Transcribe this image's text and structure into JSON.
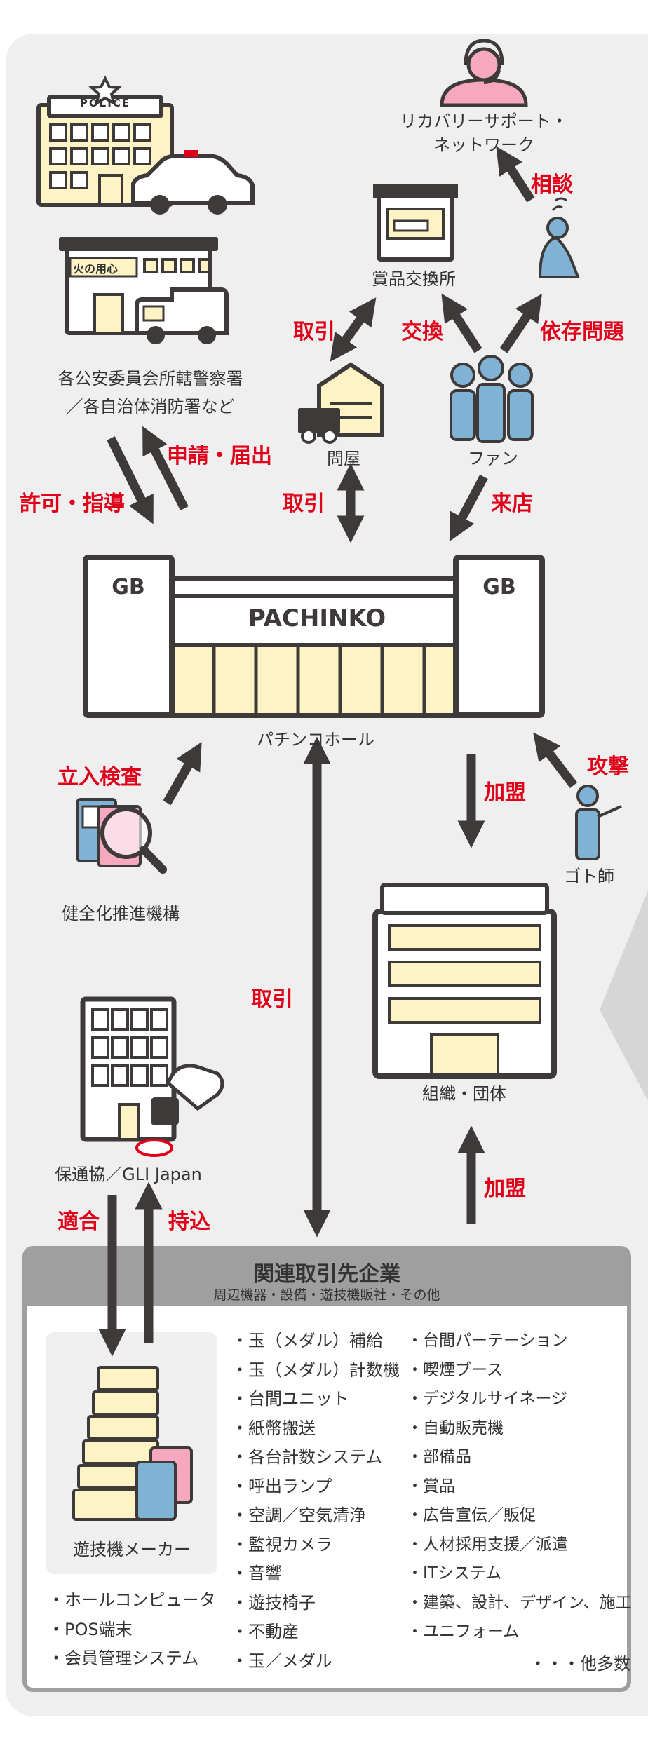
{
  "nodes": {
    "police_fire": [
      "各公安委員会所轄警察署",
      "／各自治体消防署など"
    ],
    "recovery": [
      "リカバリーサポート・",
      "ネットワーク"
    ],
    "prize_exchange": "賞品交換所",
    "wholesaler": "問屋",
    "fan": "ファン",
    "hall": "パチンコホール",
    "health_org": "健全化推進機構",
    "goto": "ゴト師",
    "association": "組織・団体",
    "hotsukyo": "保通協／GLI Japan",
    "maker": "遊技機メーカー"
  },
  "signs": {
    "police": "POLICE",
    "fire": "火の用心",
    "hall_name": "PACHINKO",
    "gb_left": "GB",
    "gb_right": "GB"
  },
  "arrows": {
    "permit": "許可・指導",
    "apply": "申請・届出",
    "trade_prize": "取引",
    "exchange": "交換",
    "dependency": "依存問題",
    "consult": "相談",
    "trade_wholesale": "取引",
    "visit": "来店",
    "inspection": "立入検査",
    "join_hall": "加盟",
    "attack": "攻撃",
    "trade_main": "取引",
    "join_partner": "加盟",
    "conform": "適合",
    "bring_in": "持込"
  },
  "partners": {
    "title": "関連取引先企業",
    "subtitle": "周辺機器・設備・遊技機販社・その他",
    "maker_items": [
      "・ホールコンピュータ",
      "・POS端末",
      "・会員管理システム"
    ],
    "col1": [
      "・玉（メダル）補給",
      "・玉（メダル）計数機",
      "・台間ユニット",
      "・紙幣搬送",
      "・各台計数システム",
      "・呼出ランプ",
      "・空調／空気清浄",
      "・監視カメラ",
      "・音響",
      "・遊技椅子",
      "・不動産",
      "・玉／メダル"
    ],
    "col2": [
      "・台間パーテーション",
      "・喫煙ブース",
      "・デジタルサイネージ",
      "・自動販売機",
      "・部備品",
      "・賞品",
      "・広告宣伝／販促",
      "・人材採用支援／派遣",
      "・ITシステム",
      "・建築、設計、デザイン、施工",
      "・ユニフォーム"
    ],
    "more": "・・・他多数"
  },
  "colors": {
    "arrow": "#3e3a39",
    "accent_red": "#e0001a",
    "panel_bg": "#efefef",
    "figure_blue": "#7fb2d5",
    "pink": "#f7a8c1",
    "building_yellow": "#fdf3c4",
    "header_gray": "#9f9f9f"
  }
}
